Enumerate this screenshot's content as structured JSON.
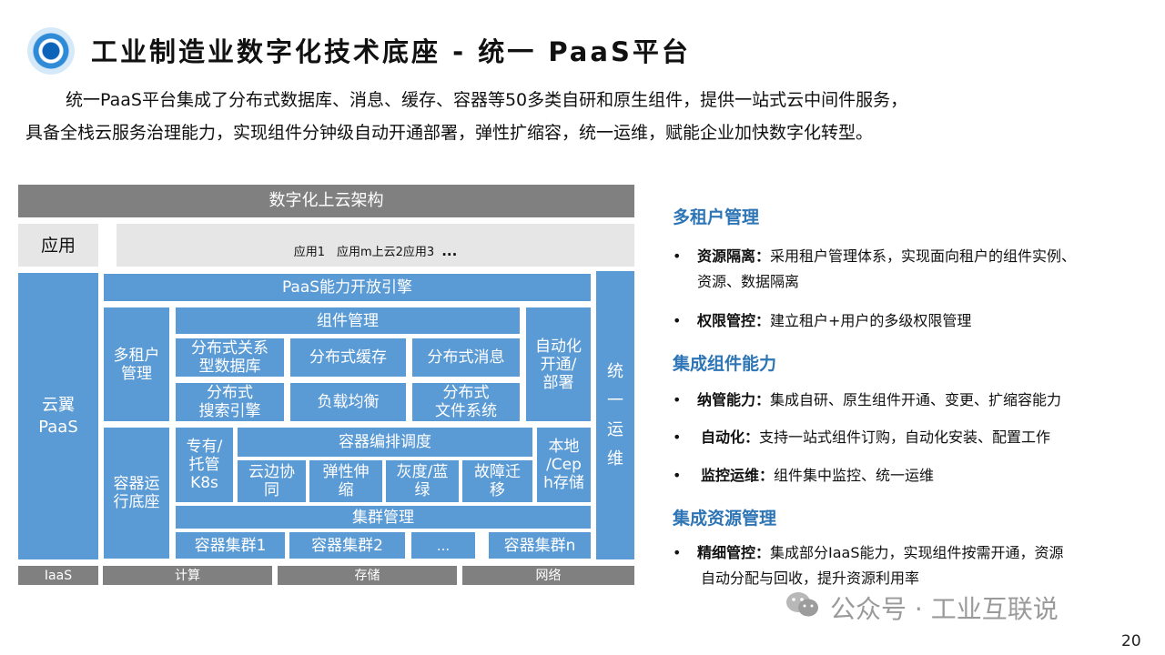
{
  "header": {
    "title": "工业制造业数字化技术底座 - 统一 PaaS平台",
    "intro_line1": "统一PaaS平台集成了分布式数据库、消息、缓存、容器等50多类自研和原生组件，提供一站式云中间件服务，",
    "intro_line2": "具备全栈云服务治理能力，实现组件分钟级自动开通部署，弹性扩缩容，统一运维，赋能企业加快数字化转型。"
  },
  "diagram": {
    "top_bar": "数字化上云架构",
    "app_label": "应用",
    "apps_text": "应用1　应用m上云2应用3",
    "apps_ellipsis": "...",
    "left_column": "云翼\nPaaS",
    "paas_engine": "PaaS能力开放引擎",
    "multi_tenant": "多租户\n管理",
    "component_mgmt": "组件管理",
    "components": [
      "分布式关系\n型数据库",
      "分布式缓存",
      "分布式消息",
      "分布式\n搜索引擎",
      "负载均衡",
      "分布式\n文件系统"
    ],
    "auto_deploy": "自动化\n开通/\n部署",
    "unified_ops": "统\n一\n运\n维",
    "container_runtime": "容器运\n行底座",
    "dedicated_k8s": "专有/\n托管\nK8s",
    "container_orchestration": "容器编排调度",
    "scheduling_items": [
      "云边协\n同",
      "弹性伸\n缩",
      "灰度/蓝\n绿",
      "故障迁\n移"
    ],
    "local_ceph": "本地\n/Cep\nh存储",
    "cluster_mgmt": "集群管理",
    "clusters": [
      "容器集群1",
      "容器集群2",
      "...",
      "容器集群n"
    ],
    "iaas": "IaaS",
    "iaas_items": [
      "计算",
      "存储",
      "网络"
    ]
  },
  "features": {
    "sections": [
      {
        "title": "多租户管理",
        "bullets": [
          {
            "label": "资源隔离：",
            "text": "采用租户管理体系，实现面向租户的组件实例、",
            "cont": "资源、数据隔离"
          },
          {
            "label": "权限管控：",
            "text": "建立租户+用户的多级权限管理",
            "cont": ""
          }
        ]
      },
      {
        "title": "集成组件能力",
        "bullets": [
          {
            "label": "纳管能力：",
            "text": "集成自研、原生组件开通、变更、扩缩容能力",
            "cont": ""
          },
          {
            "label": "自动化：",
            "text": "支持一站式组件订购，自动化安装、配置工作",
            "cont": ""
          },
          {
            "label": "监控运维：",
            "text": "组件集中监控、统一运维",
            "cont": ""
          }
        ]
      },
      {
        "title": "集成资源管理",
        "bullets": [
          {
            "label": "精细管控：",
            "text": "集成部分IaaS能力，实现组件按需开通，资源",
            "cont": "自动分配与回收，提升资源利用率"
          }
        ]
      }
    ],
    "bullet_symbol": "•"
  },
  "footer": {
    "watermark": "公众号 · 工业互联说",
    "page_number": "20"
  },
  "colors": {
    "block_blue": "#5b9bd5",
    "section_blue": "#2e75b6",
    "dark_gray": "#808080",
    "light_gray": "#e6e6e6"
  }
}
